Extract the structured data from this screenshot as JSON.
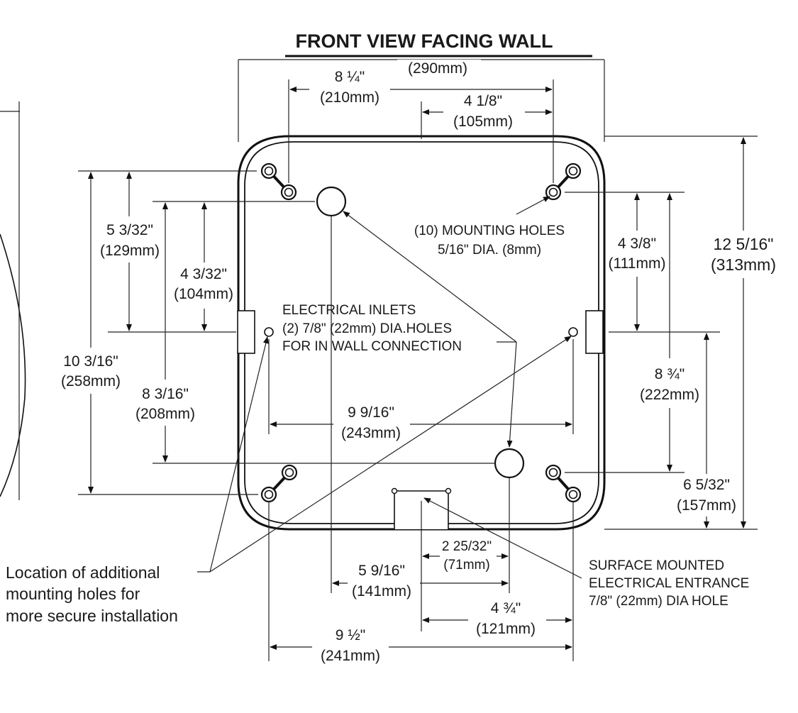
{
  "title": "FRONT VIEW FACING WALL",
  "dimensions": {
    "overall_width": {
      "imperial": "",
      "metric": "(290mm)"
    },
    "holes_outer_width": {
      "imperial": "8 ¼\"",
      "metric": "(210mm)"
    },
    "half_width": {
      "imperial": "4 1/8\"",
      "metric": "(105mm)"
    },
    "top_left_vertical": {
      "imperial": "5 3/32\"",
      "metric": "(129mm)"
    },
    "inner_left_vertical": {
      "imperial": "4 3/32\"",
      "metric": "(104mm)"
    },
    "left_total_vertical": {
      "imperial": "10 3/16\"",
      "metric": "(258mm)"
    },
    "left_mid_vertical": {
      "imperial": "8 3/16\"",
      "metric": "(208mm)"
    },
    "right_upper_vertical": {
      "imperial": "4 3/8\"",
      "metric": "(111mm)"
    },
    "overall_height": {
      "imperial": "12 5/16\"",
      "metric": "(313mm)"
    },
    "right_mid_vertical": {
      "imperial": "8 ¾\"",
      "metric": "(222mm)"
    },
    "right_lower_vertical": {
      "imperial": "6 5/32\"",
      "metric": "(157mm)"
    },
    "inlet_spacing": {
      "imperial": "9 9/16\"",
      "metric": "(243mm)"
    },
    "entrance_offset": {
      "imperial": "2 25/32\"",
      "metric": "(71mm)"
    },
    "inlet_to_center": {
      "imperial": "5 9/16\"",
      "metric": "(141mm)"
    },
    "bottom_right_span": {
      "imperial": "4 ¾\"",
      "metric": "(121mm)"
    },
    "bottom_total": {
      "imperial": "9 ½\"",
      "metric": "(241mm)"
    }
  },
  "notes": {
    "mounting_holes": [
      "(10) MOUNTING HOLES",
      "5/16\" DIA. (8mm)"
    ],
    "electrical_inlets": [
      "ELECTRICAL INLETS",
      "(2) 7/8\" (22mm) DIA.HOLES",
      "FOR IN WALL CONNECTION"
    ],
    "surface_entrance": [
      "SURFACE MOUNTED",
      "ELECTRICAL ENTRANCE",
      "7/8\" (22mm) DIA HOLE"
    ],
    "additional_holes": [
      "Location of additional",
      "mounting holes for",
      "more secure installation"
    ]
  }
}
